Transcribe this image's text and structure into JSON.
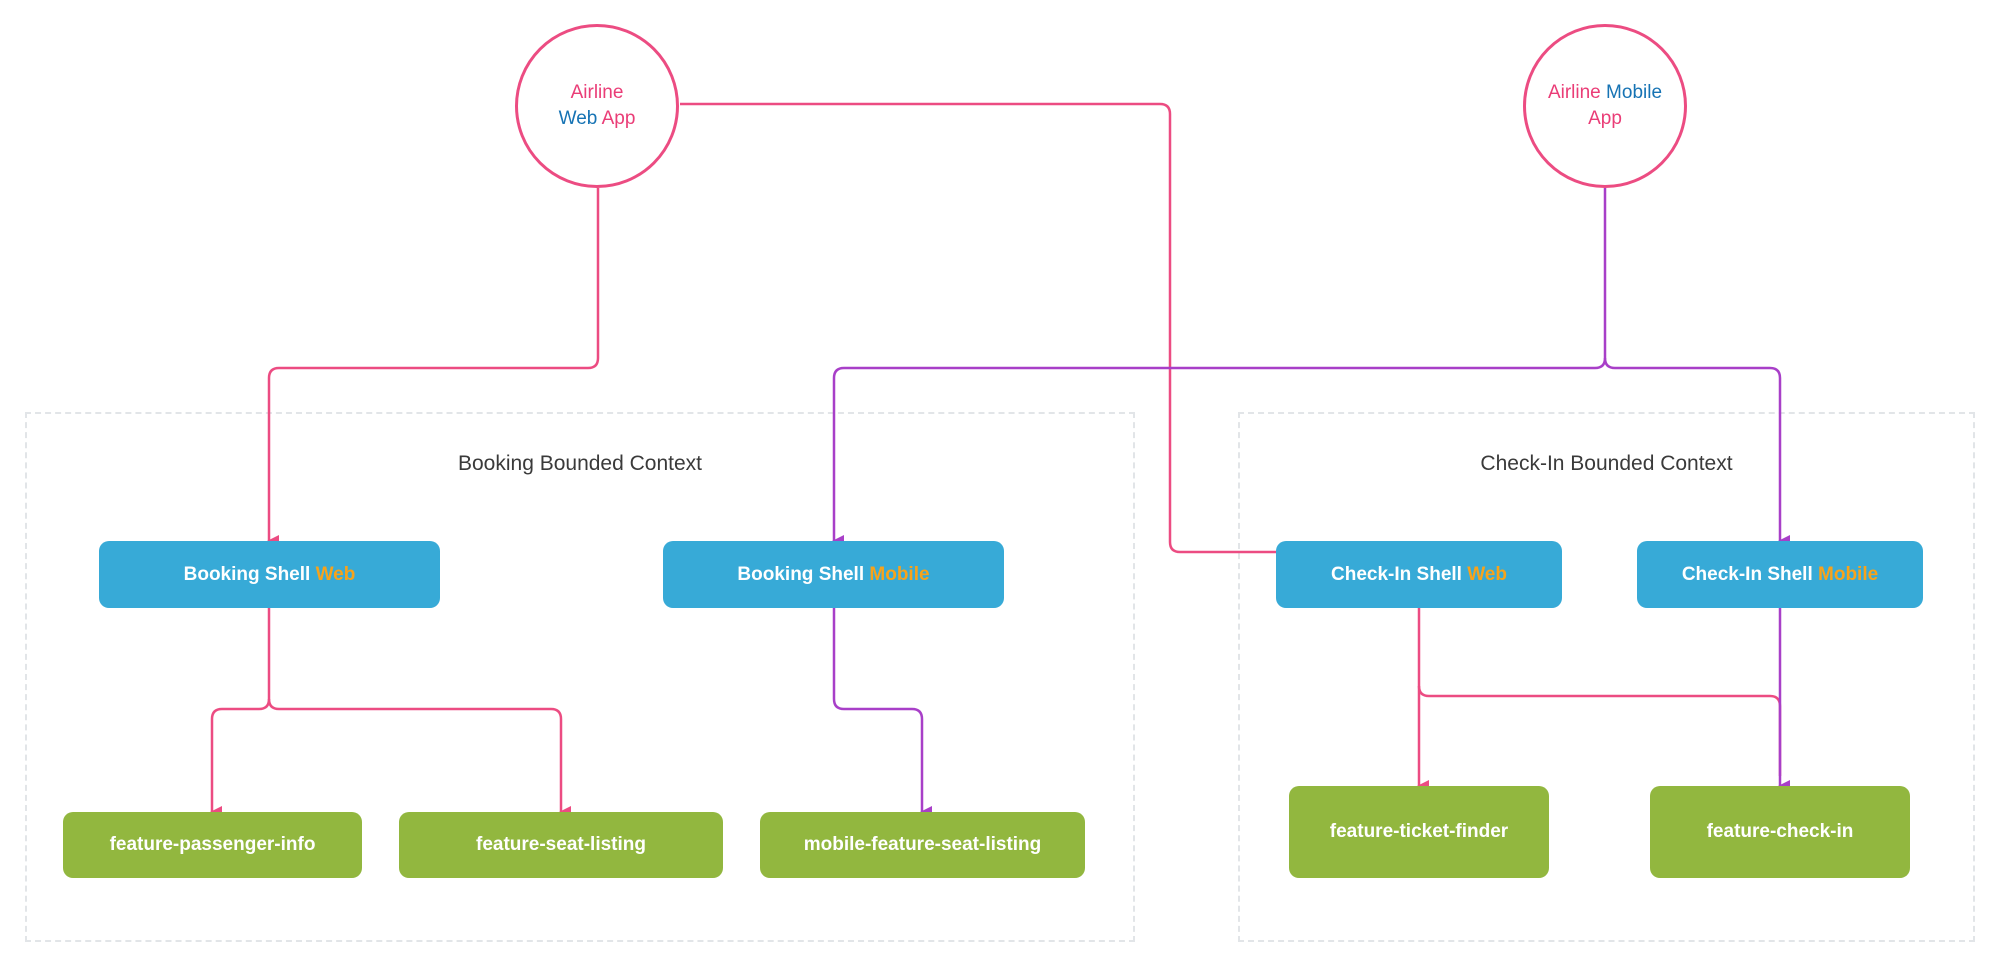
{
  "colors": {
    "web_line": "#ec4c82",
    "mobile_line": "#a83fc8",
    "shell_fill": "#37aad7",
    "feature_fill": "#92b73f",
    "accent_orange": "#f7a31b",
    "app_border": "#ec4c82",
    "context_border": "#e2e5e8"
  },
  "apps": {
    "web": {
      "word1": "Airline",
      "word2": "Web",
      "word3": "App"
    },
    "mobile": {
      "word1": "Airline",
      "word2": "Mobile",
      "word3": "App"
    }
  },
  "contexts": {
    "booking": {
      "title": "Booking Bounded Context"
    },
    "checkin": {
      "title": "Check-In Bounded Context"
    }
  },
  "shells": {
    "booking_web": {
      "name": "Booking Shell",
      "variant": "Web"
    },
    "booking_mobile": {
      "name": "Booking Shell",
      "variant": "Mobile"
    },
    "checkin_web": {
      "name": "Check-In Shell",
      "variant": "Web"
    },
    "checkin_mobile": {
      "name": "Check-In Shell",
      "variant": "Mobile"
    }
  },
  "features": {
    "passenger_info": "feature-passenger-info",
    "seat_listing": "feature-seat-listing",
    "mobile_seat_listing": "mobile-feature-seat-listing",
    "ticket_finder": "feature-ticket-finder",
    "check_in": "feature-check-in"
  }
}
